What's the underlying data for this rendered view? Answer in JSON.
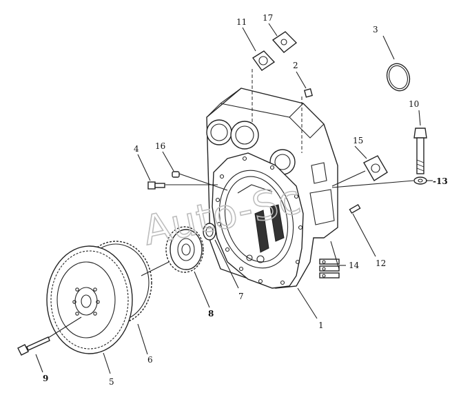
{
  "watermark": "Auto-Sc",
  "callouts": [
    {
      "id": "1",
      "label": "1",
      "bold": false
    },
    {
      "id": "2",
      "label": "2",
      "bold": false
    },
    {
      "id": "3",
      "label": "3",
      "bold": false
    },
    {
      "id": "4",
      "label": "4",
      "bold": false
    },
    {
      "id": "5",
      "label": "5",
      "bold": false
    },
    {
      "id": "6",
      "label": "6",
      "bold": false
    },
    {
      "id": "7",
      "label": "7",
      "bold": false
    },
    {
      "id": "8",
      "label": "8",
      "bold": true
    },
    {
      "id": "9",
      "label": "9",
      "bold": true
    },
    {
      "id": "10",
      "label": "10",
      "bold": false
    },
    {
      "id": "11",
      "label": "11",
      "bold": false
    },
    {
      "id": "12",
      "label": "12",
      "bold": false
    },
    {
      "id": "13",
      "label": "-13",
      "bold": true
    },
    {
      "id": "14",
      "label": "14",
      "bold": false
    },
    {
      "id": "15",
      "label": "15",
      "bold": false
    },
    {
      "id": "16",
      "label": "16",
      "bold": false
    },
    {
      "id": "17",
      "label": "17",
      "bold": false
    }
  ],
  "colors": {
    "ink": "#222222",
    "watermark": "#bdbdbd",
    "background": "#ffffff"
  }
}
